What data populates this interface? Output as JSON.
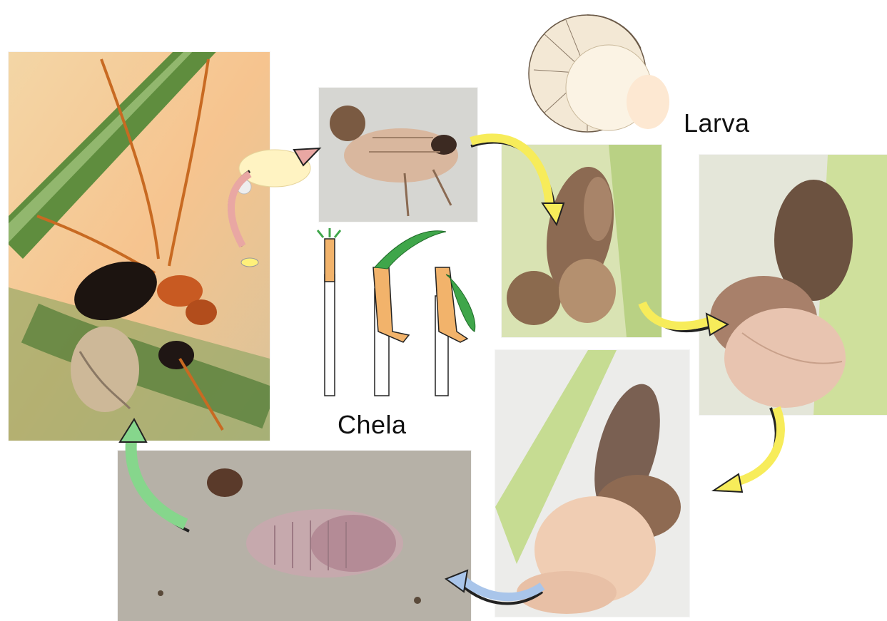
{
  "labels": {
    "larva": "Larva",
    "chela": "Chela"
  },
  "stages": [
    {
      "name": "adult-wasp",
      "depicts": "adult-wasp-photo"
    },
    {
      "name": "planthopper-host",
      "depicts": "host-nymph-photo"
    },
    {
      "name": "larval-sac-small",
      "depicts": "host-with-larval-sac-photo"
    },
    {
      "name": "larval-sac-large",
      "depicts": "host-with-enlarged-larval-sac-photo"
    },
    {
      "name": "larva-mature",
      "depicts": "mature-larva-on-host-photo"
    },
    {
      "name": "cocoon",
      "depicts": "cocoon-photo"
    }
  ],
  "colors": {
    "arrow_yellow": "#f7ec5a",
    "arrow_pink": "#e9a7a3",
    "arrow_green": "#86d68c",
    "arrow_blue": "#a9c5ea",
    "chela_orange": "#f2b36b",
    "chela_green": "#3fa64a"
  }
}
